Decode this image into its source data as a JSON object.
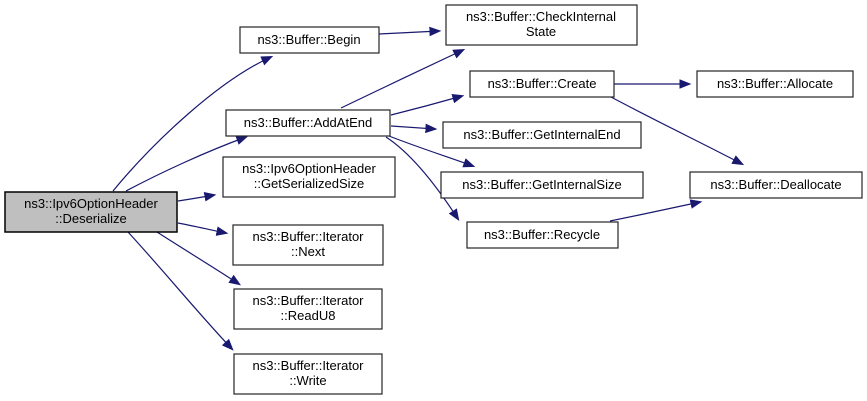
{
  "diagram": {
    "type": "call-graph",
    "background": "#ffffff",
    "colors": {
      "edge": "#191970",
      "node_border": "#242424",
      "node_fill": "#ffffff",
      "highlight_fill": "#bfbfbf",
      "text": "#000000"
    },
    "nodes": {
      "deserialize": {
        "lines": [
          "ns3::Ipv6OptionHeader",
          "::Deserialize"
        ],
        "highlighted": true
      },
      "begin": {
        "lines": [
          "ns3::Buffer::Begin"
        ]
      },
      "check_internal_state": {
        "lines": [
          "ns3::Buffer::CheckInternal",
          "State"
        ]
      },
      "add_at_end": {
        "lines": [
          "ns3::Buffer::AddAtEnd"
        ]
      },
      "get_serialized_size": {
        "lines": [
          "ns3::Ipv6OptionHeader",
          "::GetSerializedSize"
        ]
      },
      "iterator_next": {
        "lines": [
          "ns3::Buffer::Iterator",
          "::Next"
        ]
      },
      "iterator_read_u8": {
        "lines": [
          "ns3::Buffer::Iterator",
          "::ReadU8"
        ]
      },
      "iterator_write": {
        "lines": [
          "ns3::Buffer::Iterator",
          "::Write"
        ]
      },
      "create": {
        "lines": [
          "ns3::Buffer::Create"
        ]
      },
      "allocate": {
        "lines": [
          "ns3::Buffer::Allocate"
        ]
      },
      "get_internal_end": {
        "lines": [
          "ns3::Buffer::GetInternalEnd"
        ]
      },
      "get_internal_size": {
        "lines": [
          "ns3::Buffer::GetInternalSize"
        ]
      },
      "deallocate": {
        "lines": [
          "ns3::Buffer::Deallocate"
        ]
      },
      "recycle": {
        "lines": [
          "ns3::Buffer::Recycle"
        ]
      }
    },
    "edges": [
      {
        "from": "deserialize",
        "to": "begin"
      },
      {
        "from": "deserialize",
        "to": "add_at_end"
      },
      {
        "from": "deserialize",
        "to": "get_serialized_size"
      },
      {
        "from": "deserialize",
        "to": "iterator_next"
      },
      {
        "from": "deserialize",
        "to": "iterator_read_u8"
      },
      {
        "from": "deserialize",
        "to": "iterator_write"
      },
      {
        "from": "begin",
        "to": "check_internal_state"
      },
      {
        "from": "add_at_end",
        "to": "check_internal_state"
      },
      {
        "from": "add_at_end",
        "to": "create"
      },
      {
        "from": "add_at_end",
        "to": "get_internal_end"
      },
      {
        "from": "add_at_end",
        "to": "get_internal_size"
      },
      {
        "from": "add_at_end",
        "to": "recycle"
      },
      {
        "from": "create",
        "to": "allocate"
      },
      {
        "from": "create",
        "to": "deallocate"
      },
      {
        "from": "recycle",
        "to": "deallocate"
      }
    ]
  }
}
